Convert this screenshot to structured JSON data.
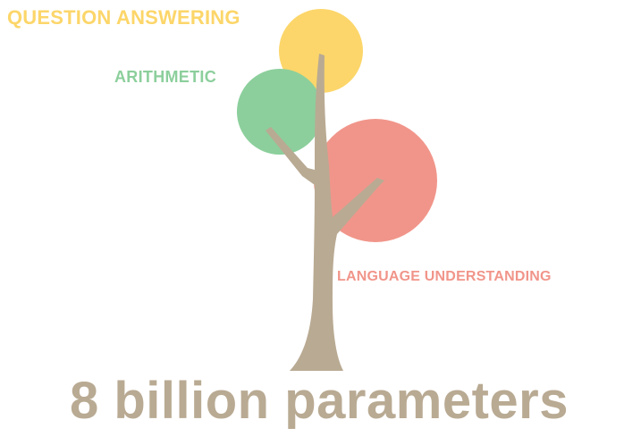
{
  "labels": {
    "question_answering": "QUESTION ANSWERING",
    "arithmetic": "ARITHMETIC",
    "language_understanding": "LANGUAGE UNDERSTANDING"
  },
  "caption": "8 billion parameters",
  "colors": {
    "question_answering": "#fcd66a",
    "arithmetic": "#8ccf9c",
    "language_understanding": "#f1958a",
    "trunk": "#b9aa93",
    "caption": "#b9aa93"
  }
}
